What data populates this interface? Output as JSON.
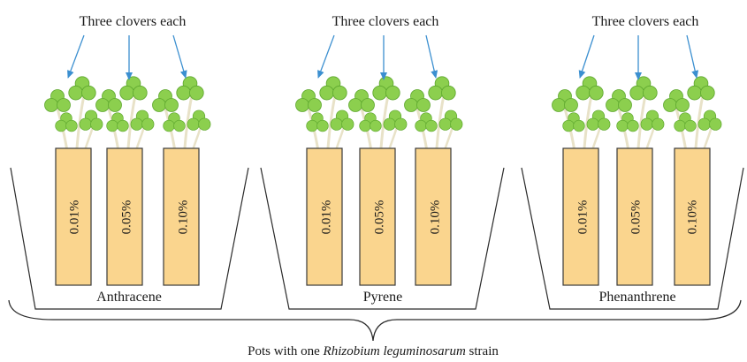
{
  "annotation_text": "Three clovers each",
  "groups": [
    {
      "name": "Anthracene",
      "concentrations": [
        "0.01%",
        "0.05%",
        "0.10%"
      ]
    },
    {
      "name": "Pyrene",
      "concentrations": [
        "0.01%",
        "0.05%",
        "0.10%"
      ]
    },
    {
      "name": "Phenanthrene",
      "concentrations": [
        "0.01%",
        "0.05%",
        "0.10%"
      ]
    }
  ],
  "caption": {
    "prefix": "Pots with one",
    "species": "Rhizobium leguminosarum",
    "suffix": "strain"
  },
  "colors": {
    "strip_fill": "#fad58e",
    "strip_stroke": "#3a3a3a",
    "arrow": "#3b8fd0",
    "leaf": "#8ccf4e",
    "leaf_dark": "#5fa82f",
    "stem": "#e8e2c8"
  }
}
